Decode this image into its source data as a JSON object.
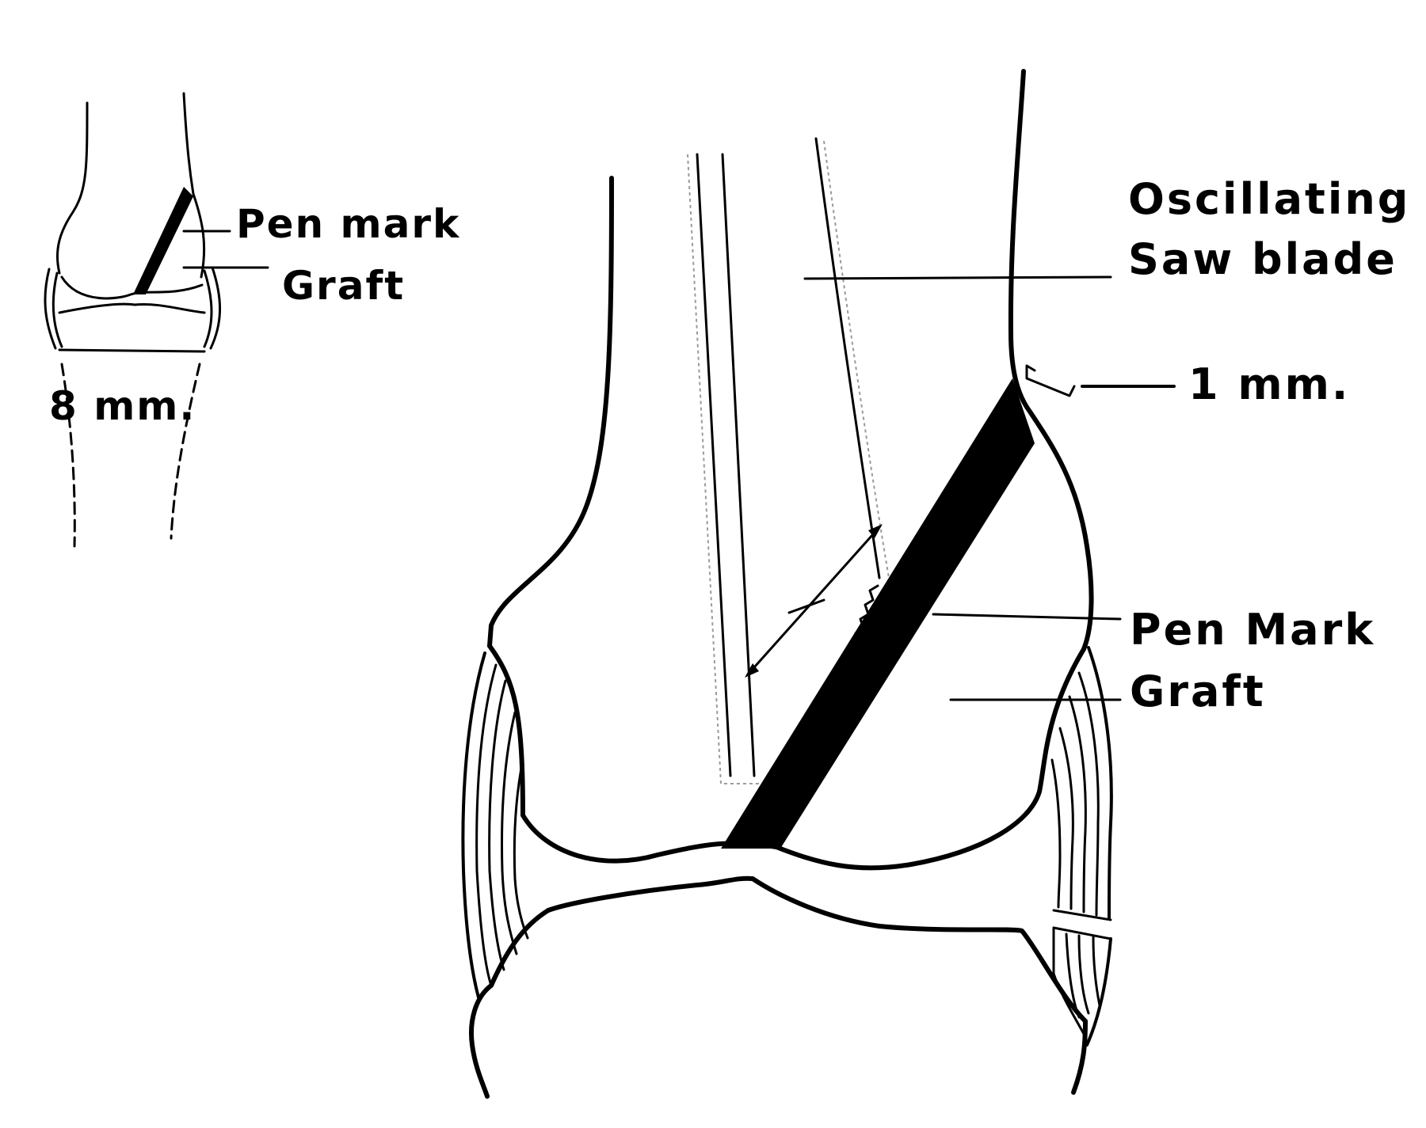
{
  "inset": {
    "pen_mark_label": "Pen mark",
    "graft_label": "Graft",
    "width_label": "8 mm."
  },
  "main": {
    "saw_label_line1": "Oscillating",
    "saw_label_line2": "Saw blade",
    "gap_label": "1 mm.",
    "pen_mark_label": "Pen Mark",
    "graft_label": "Graft"
  }
}
